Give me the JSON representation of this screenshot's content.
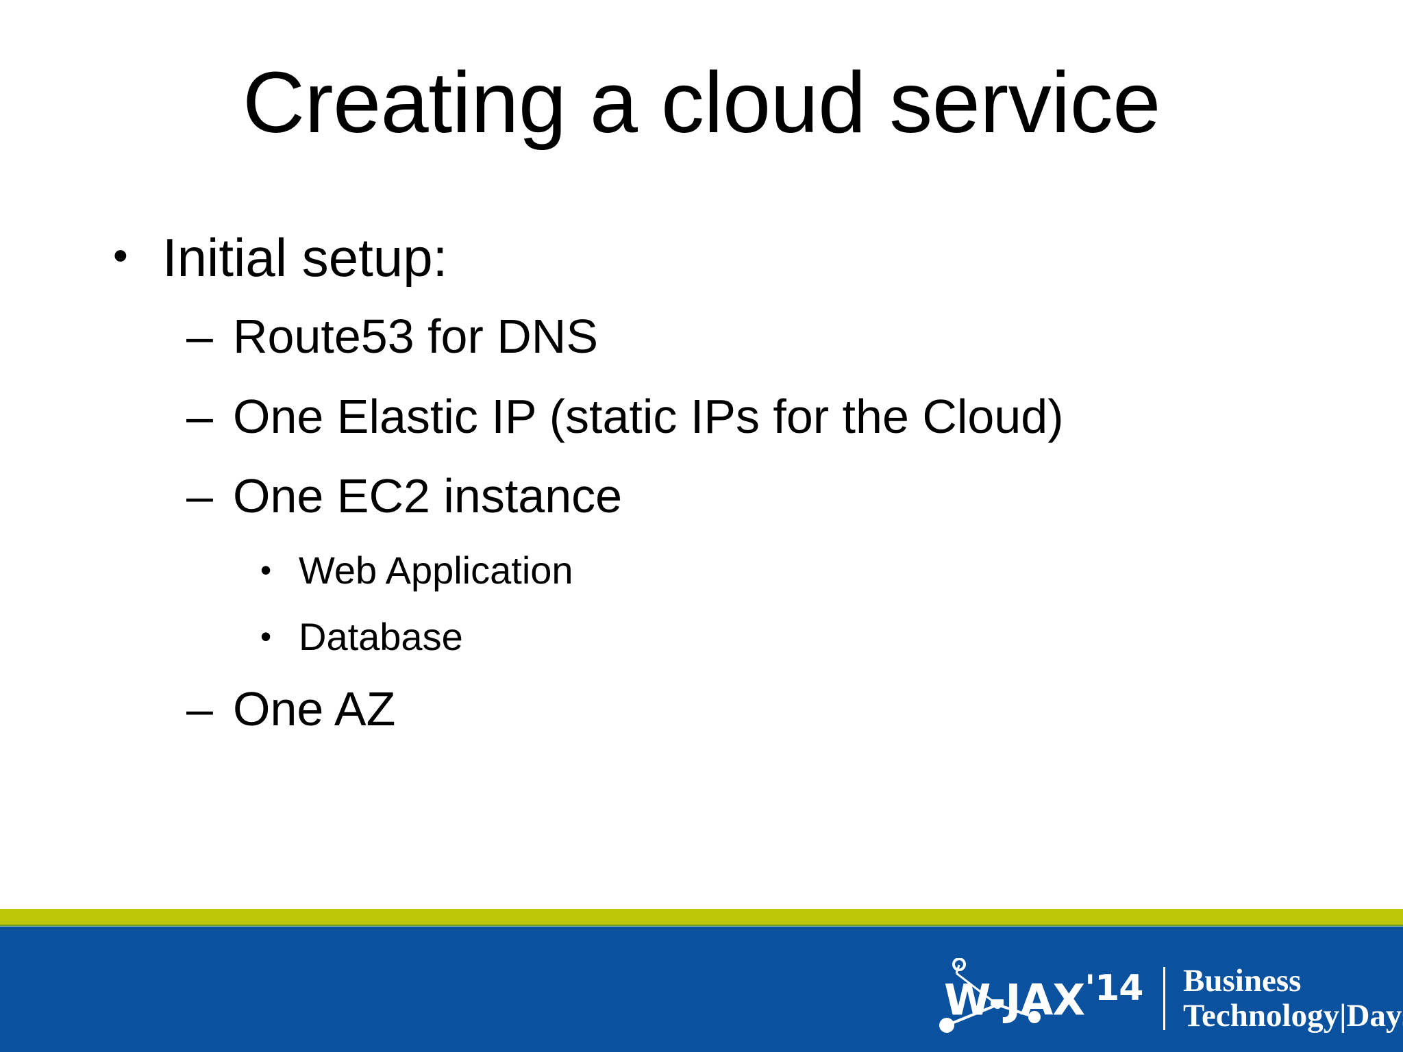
{
  "slide": {
    "title": "Creating a cloud service",
    "background_color": "#ffffff",
    "text_color": "#000000"
  },
  "content": {
    "bullets": [
      {
        "level": 1,
        "marker": "•",
        "text": "Initial setup:"
      },
      {
        "level": 2,
        "marker": "–",
        "text": "Route53 for DNS"
      },
      {
        "level": 2,
        "marker": "–",
        "text": "One Elastic IP (static IPs for the Cloud)"
      },
      {
        "level": 2,
        "marker": "–",
        "text": "One EC2 instance"
      },
      {
        "level": 3,
        "marker": "•",
        "text": "Web Application"
      },
      {
        "level": 3,
        "marker": "•",
        "text": "Database"
      },
      {
        "level": 2,
        "marker": "–",
        "text": "One AZ"
      }
    ]
  },
  "footer": {
    "gold_stripe_color": "#bdc707",
    "blue_band_color": "#0a52a0",
    "logo": {
      "wordmark": "W-JAX",
      "year": "'14",
      "tagline_line_1": "Business",
      "tagline_line_2": "Technology|Days"
    }
  }
}
